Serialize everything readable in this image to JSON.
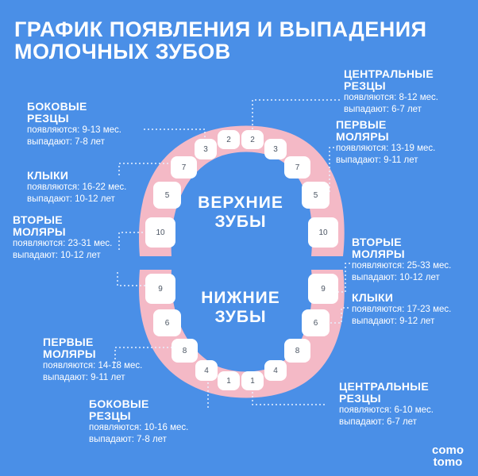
{
  "title": {
    "line1": "ГРАФИК ПОЯВЛЕНИЯ И ВЫПАДЕНИЯ",
    "line2": "МОЛОЧНЫХ ЗУБОВ"
  },
  "jaws": {
    "upper_label1": "ВЕРХНИЕ",
    "upper_label2": "ЗУБЫ",
    "lower_label1": "НИЖНИЕ",
    "lower_label2": "ЗУБЫ"
  },
  "teeth": {
    "upper_left": [
      "3",
      "7",
      "5",
      "10"
    ],
    "upper_center": [
      "2",
      "2"
    ],
    "upper_right": [
      "3",
      "7",
      "5",
      "10"
    ],
    "lower_left": [
      "9",
      "6",
      "8",
      "4"
    ],
    "lower_center": [
      "1",
      "1"
    ],
    "lower_right": [
      "9",
      "6",
      "8",
      "4"
    ]
  },
  "upper": {
    "central": {
      "h1": "ЦЕНТРАЛЬНЫЕ",
      "h2": "РЕЗЦЫ",
      "appear": "появляются: 8-12 мес.",
      "fall": "выпадают: 6-7 лет"
    },
    "lateral": {
      "h1": "БОКОВЫЕ",
      "h2": "РЕЗЦЫ",
      "appear": "появляются: 9-13 мес.",
      "fall": "выпадают: 7-8 лет"
    },
    "canines": {
      "h1": "КЛЫКИ",
      "appear": "появляются: 16-22 мес.",
      "fall": "выпадают: 10-12 лет"
    },
    "first_molars": {
      "h1": "ПЕРВЫЕ",
      "h2": "МОЛЯРЫ",
      "appear": "появляются: 13-19 мес.",
      "fall": "выпадают: 9-11 лет"
    },
    "second_molars": {
      "h1": "ВТОРЫЕ",
      "h2": "МОЛЯРЫ",
      "appear": "появляются: 23-31 мес.",
      "fall": "выпадают: 10-12 лет"
    }
  },
  "lower": {
    "second_molars": {
      "h1": "ВТОРЫЕ",
      "h2": "МОЛЯРЫ",
      "appear": "появляются: 25-33 мес.",
      "fall": "выпадают: 10-12 лет"
    },
    "canines": {
      "h1": "КЛЫКИ",
      "appear": "появляются: 17-23 мес.",
      "fall": "выпадают: 9-12 лет"
    },
    "first_molars": {
      "h1": "ПЕРВЫЕ",
      "h2": "МОЛЯРЫ",
      "appear": "появляются: 14-18 мес.",
      "fall": "выпадают: 9-11 лет"
    },
    "central": {
      "h1": "ЦЕНТРАЛЬНЫЕ",
      "h2": "РЕЗЦЫ",
      "appear": "появляются: 6-10 мес.",
      "fall": "выпадают: 6-7 лет"
    },
    "lateral": {
      "h1": "БОКОВЫЕ",
      "h2": "РЕЗЦЫ",
      "appear": "появляются: 10-16 мес.",
      "fall": "выпадают: 7-8 лет"
    }
  },
  "brand": {
    "line1": "como",
    "line2": "tomo"
  },
  "colors": {
    "background": "#4a8fe7",
    "gum": "#f4b9c6",
    "tooth": "#ffffff",
    "text": "#ffffff"
  }
}
